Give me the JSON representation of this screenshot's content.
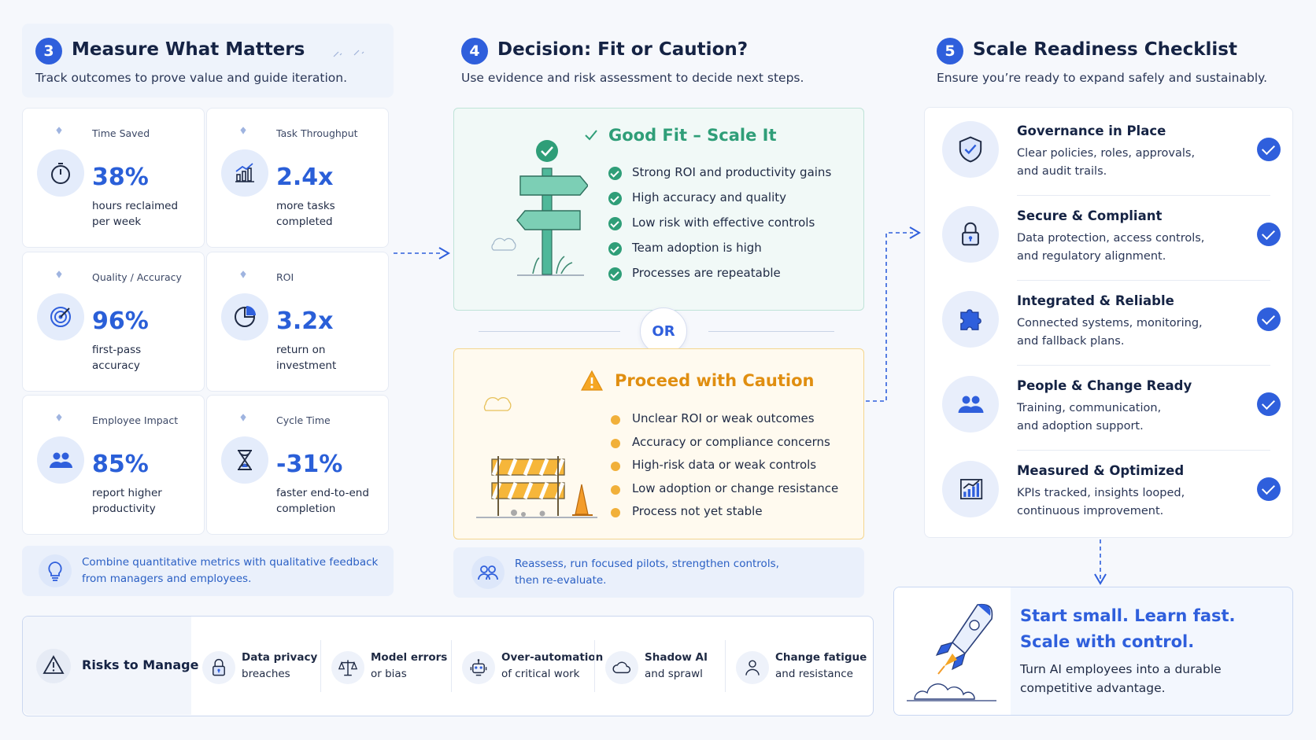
{
  "section3": {
    "number": "3",
    "title": "Measure What Matters",
    "subtitle": "Track outcomes to prove value and guide iteration.",
    "metrics": [
      {
        "label": "Time Saved",
        "value": "38%",
        "desc_line1": "hours reclaimed",
        "desc_line2": "per week",
        "icon": "stopwatch-icon"
      },
      {
        "label": "Task Throughput",
        "value": "2.4x",
        "desc_line1": "more tasks",
        "desc_line2": "completed",
        "icon": "bar-chart-icon"
      },
      {
        "label": "Quality / Accuracy",
        "value": "96%",
        "desc_line1": "first-pass",
        "desc_line2": "accuracy",
        "icon": "target-icon"
      },
      {
        "label": "ROI",
        "value": "3.2x",
        "desc_line1": "return on",
        "desc_line2": "investment",
        "icon": "pie-chart-icon"
      },
      {
        "label": "Employee Impact",
        "value": "85%",
        "desc_line1": "report higher",
        "desc_line2": "productivity",
        "icon": "people-icon"
      },
      {
        "label": "Cycle Time",
        "value": "-31%",
        "desc_line1": "faster end-to-end",
        "desc_line2": "completion",
        "icon": "hourglass-icon"
      }
    ],
    "tip_line1": "Combine quantitative metrics with qualitative feedback",
    "tip_line2": "from managers and employees."
  },
  "section4": {
    "number": "4",
    "title": "Decision: Fit or Caution?",
    "subtitle": "Use evidence and risk assessment to decide next steps.",
    "fit": {
      "title": "Good Fit – Scale It",
      "items": [
        "Strong ROI and productivity gains",
        "High accuracy and quality",
        "Low risk with effective controls",
        "Team adoption is high",
        "Processes are repeatable"
      ]
    },
    "or_label": "OR",
    "caution": {
      "title": "Proceed with Caution",
      "items": [
        "Unclear ROI or weak outcomes",
        "Accuracy or compliance concerns",
        "High-risk data or weak controls",
        "Low adoption or change resistance",
        "Process not yet stable"
      ]
    },
    "note_line1": "Reassess, run focused pilots, strengthen controls,",
    "note_line2": "then re-evaluate."
  },
  "section5": {
    "number": "5",
    "title": "Scale Readiness Checklist",
    "subtitle": "Ensure you’re ready to expand safely and sustainably.",
    "items": [
      {
        "title": "Governance in Place",
        "line1": "Clear policies, roles, approvals,",
        "line2": "and audit trails.",
        "icon": "shield-icon"
      },
      {
        "title": "Secure & Compliant",
        "line1": "Data protection, access controls,",
        "line2": "and regulatory alignment.",
        "icon": "lock-icon"
      },
      {
        "title": "Integrated & Reliable",
        "line1": "Connected systems, monitoring,",
        "line2": "and fallback plans.",
        "icon": "puzzle-icon"
      },
      {
        "title": "People & Change Ready",
        "line1": "Training, communication,",
        "line2": "and adoption support.",
        "icon": "people-icon"
      },
      {
        "title": "Measured & Optimized",
        "line1": "KPIs tracked, insights looped,",
        "line2": "continuous improvement.",
        "icon": "growth-chart-icon"
      }
    ]
  },
  "risks": {
    "title": "Risks to Manage",
    "items": [
      {
        "bold": "Data privacy",
        "rest": "breaches",
        "icon": "lock-icon"
      },
      {
        "bold": "Model errors",
        "rest": "or bias",
        "icon": "scales-icon"
      },
      {
        "bold": "Over-automation",
        "rest": "of critical work",
        "icon": "robot-icon"
      },
      {
        "bold": "Shadow AI",
        "rest": "and sprawl",
        "icon": "cloud-icon"
      },
      {
        "bold": "Change fatigue",
        "rest": "and resistance",
        "icon": "person-icon"
      }
    ]
  },
  "cta": {
    "headline1": "Start small. Learn fast.",
    "headline2": "Scale with control.",
    "body1": "Turn AI employees into a durable",
    "body2": "competitive advantage."
  },
  "colors": {
    "accent": "#2f5fdc",
    "good": "#2f9e78",
    "caution": "#e89a1e"
  }
}
